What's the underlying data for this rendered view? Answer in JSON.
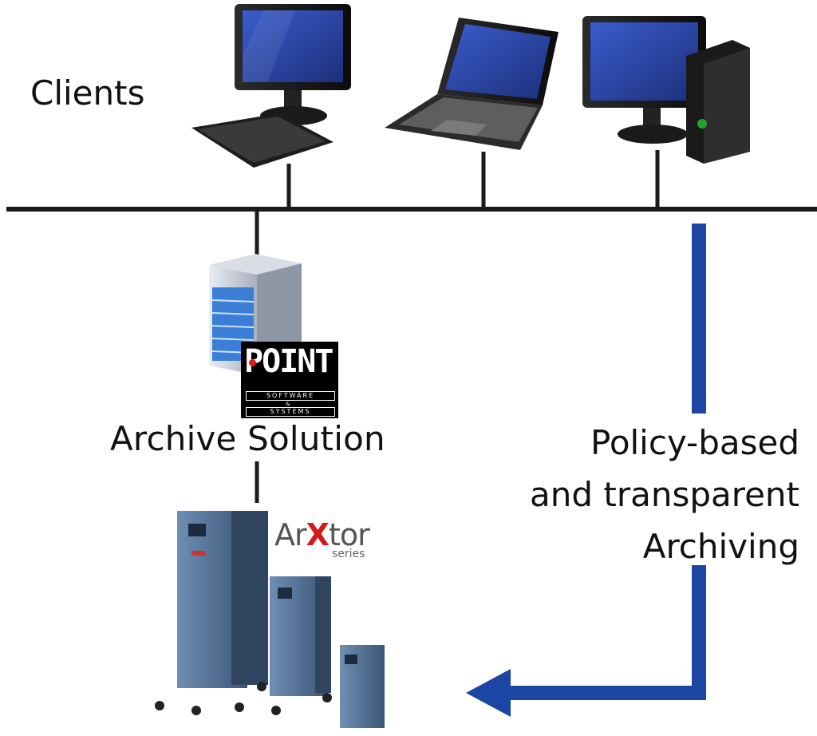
{
  "labels": {
    "clients": "Clients",
    "archive_solution": "Archive Solution",
    "policy_lines": [
      "Policy-based",
      "and transparent",
      "Archiving"
    ]
  },
  "logos": {
    "point": {
      "name": "POINT",
      "line1": "SOFTWARE",
      "amp": "&",
      "line2": "SYSTEMS"
    },
    "arxtor": {
      "prefix": "Ar",
      "x": "X",
      "suffix": "tor",
      "series": "series"
    }
  },
  "colors": {
    "network_line": "#1a1a1a",
    "flow_arrow": "#1d45a3",
    "logo_x": "#d11a1a"
  },
  "icons": [
    "desktop-computer-icon",
    "laptop-icon",
    "tower-computer-icon",
    "server-icon",
    "storage-system-icon"
  ]
}
